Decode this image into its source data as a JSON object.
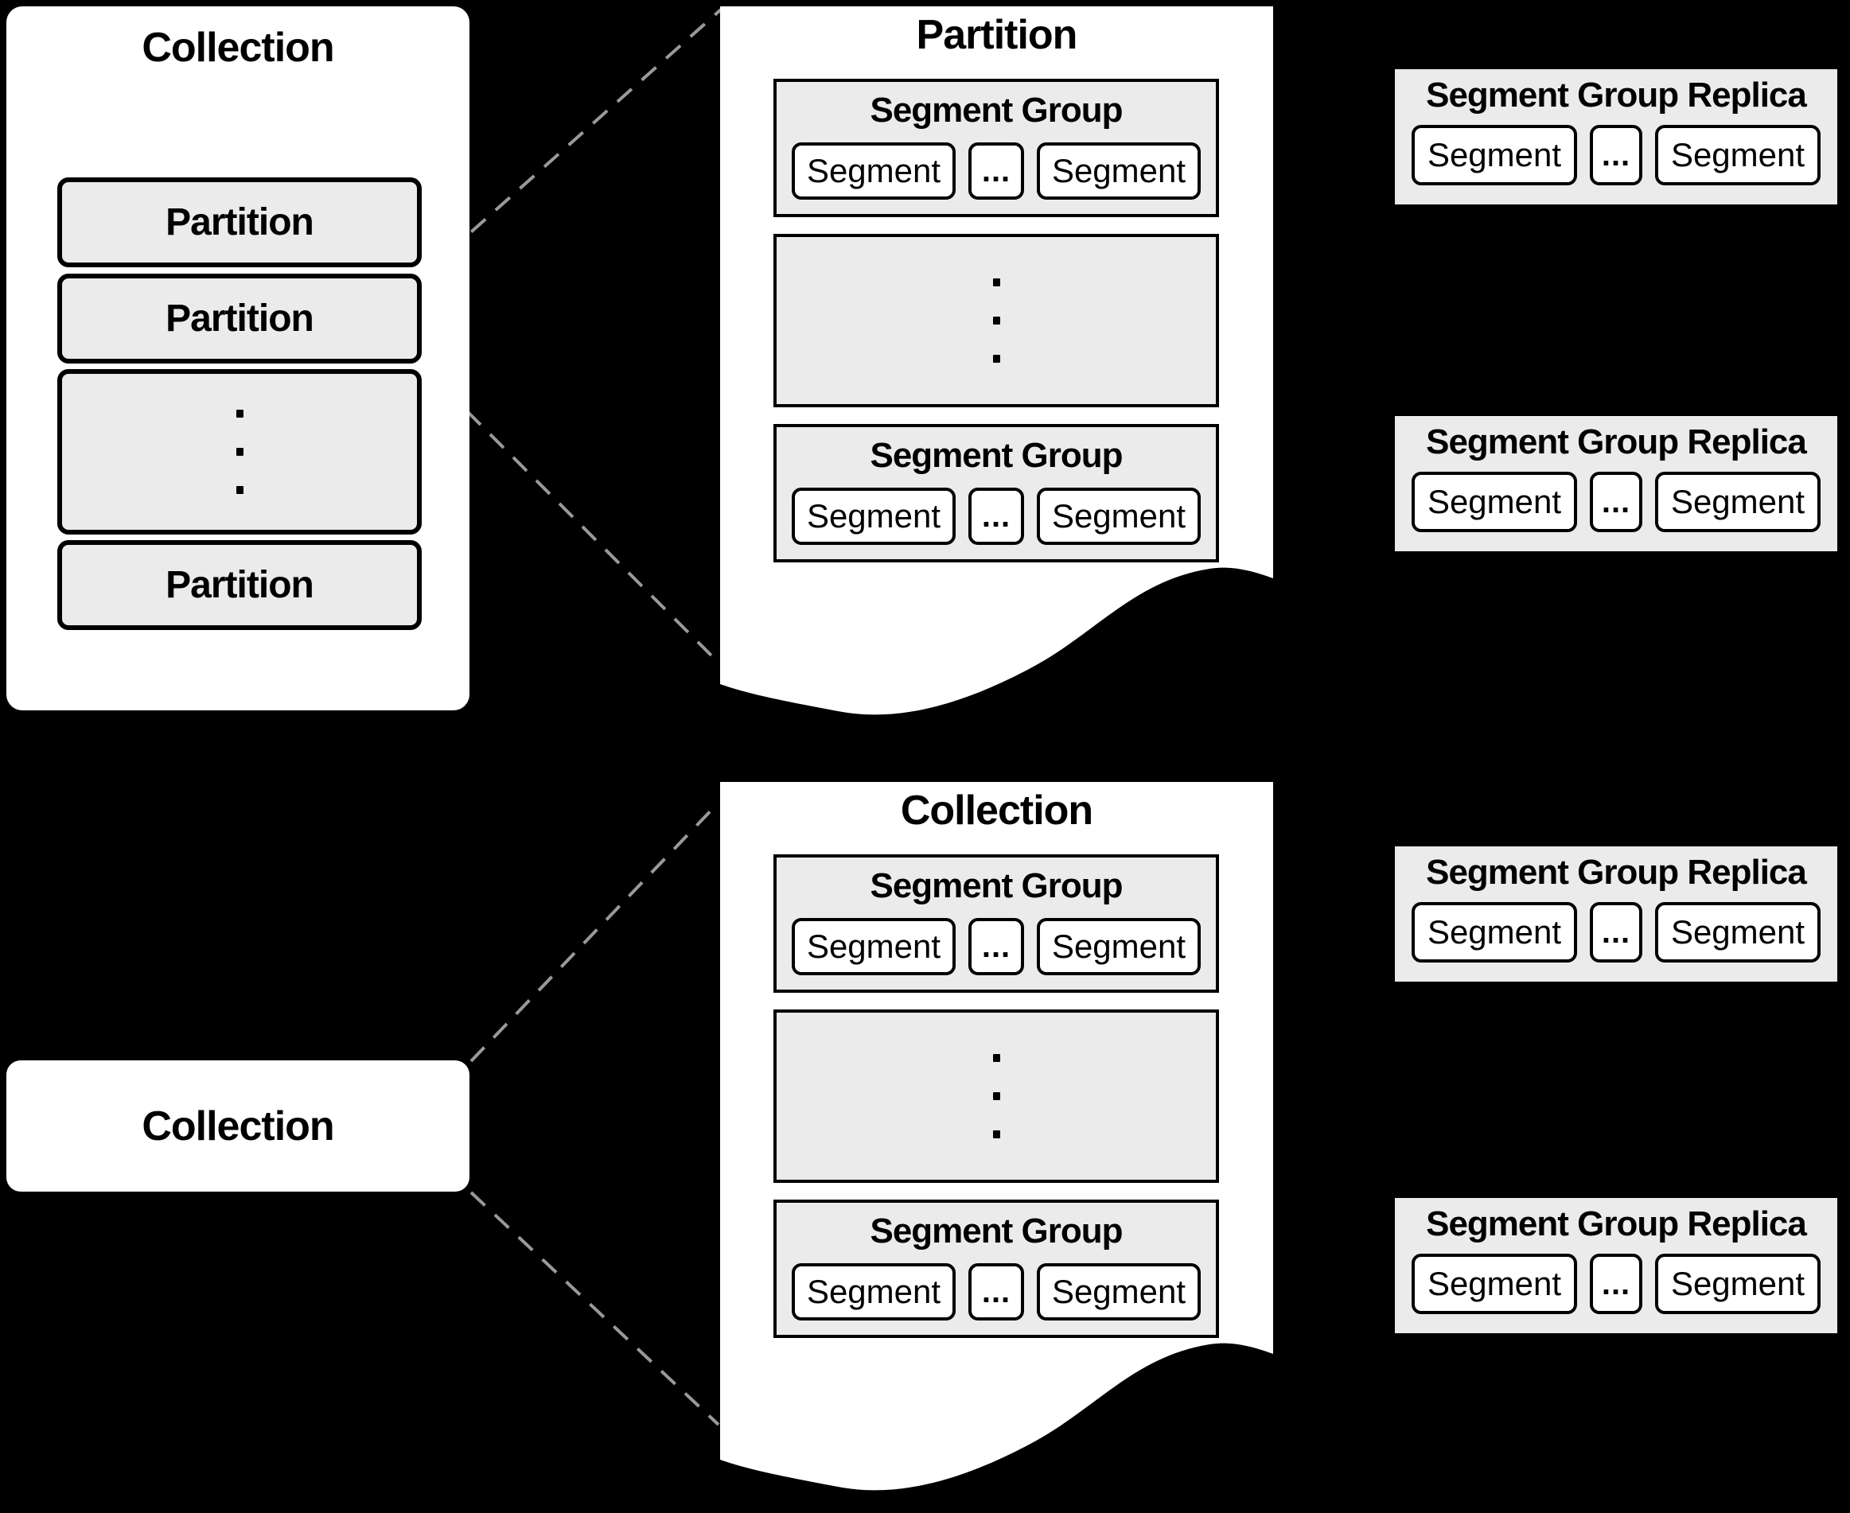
{
  "colors": {
    "background": "#000000",
    "box_fill": "#ebebeb",
    "box_border": "#000000",
    "document_fill": "#ffffff",
    "dashed_connector": "#999999"
  },
  "icons": {
    "vertical_ellipsis": "vertical-ellipsis",
    "horizontal_ellipsis": "..."
  },
  "collection_panel": {
    "title": "Collection",
    "rows": [
      {
        "label": "Partition"
      },
      {
        "label": "Partition"
      },
      {
        "label": "Partition"
      }
    ]
  },
  "partition_document": {
    "title": "Partition",
    "groups": [
      {
        "title": "Segment Group",
        "segments": [
          "Segment",
          "...",
          "Segment"
        ]
      },
      {
        "title": "Segment Group",
        "segments": [
          "Segment",
          "...",
          "Segment"
        ]
      }
    ]
  },
  "collection_box": {
    "title": "Collection"
  },
  "collection_document": {
    "title": "Collection",
    "groups": [
      {
        "title": "Segment Group",
        "segments": [
          "Segment",
          "...",
          "Segment"
        ]
      },
      {
        "title": "Segment Group",
        "segments": [
          "Segment",
          "...",
          "Segment"
        ]
      }
    ]
  },
  "replicas": [
    {
      "title": "Segment Group Replica",
      "segments": [
        "Segment",
        "...",
        "Segment"
      ]
    },
    {
      "title": "Segment Group Replica",
      "segments": [
        "Segment",
        "...",
        "Segment"
      ]
    },
    {
      "title": "Segment Group Replica",
      "segments": [
        "Segment",
        "...",
        "Segment"
      ]
    },
    {
      "title": "Segment Group Replica",
      "segments": [
        "Segment",
        "...",
        "Segment"
      ]
    }
  ]
}
